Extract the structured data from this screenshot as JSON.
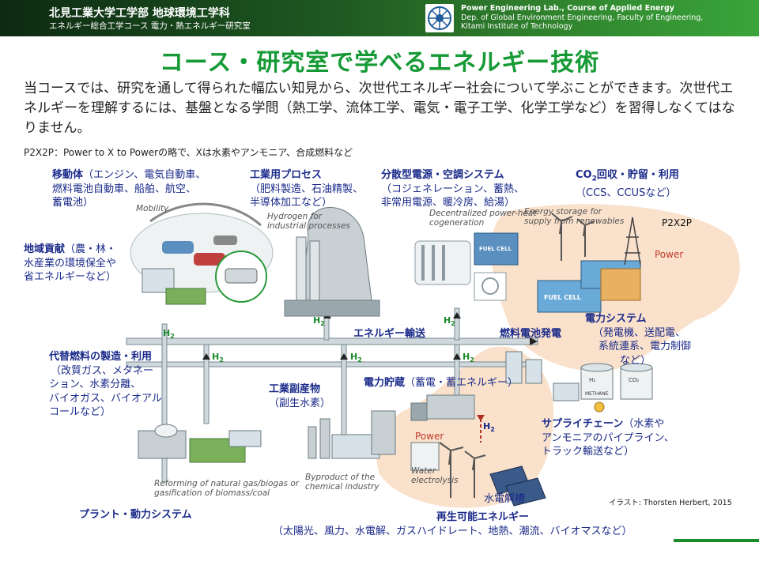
{
  "header": {
    "line1": "北見工業大学工学部 地球環境工学科",
    "line2": "エネルギー総合工学コース 電力・熱エネルギー研究室",
    "right1": "Power Engineering Lab., Course of Applied Energy",
    "right2": "Dep. of Global Environment Engineering, Faculty of Engineering,",
    "right3": "Kitami Institute of Technology"
  },
  "title": "コース・研究室で学べるエネルギー技術",
  "intro": "当コースでは、研究を通して得られた幅広い知見から、次世代エネルギー社会について学ぶことができます。次世代エネルギーを理解するには、基盤となる学問（熱工学、流体工学、電気・電子工学、化学工学など）を習得しなくてはなりません。",
  "note": "P2X2P：Power to X to Powerの略で、Xは水素やアンモニア、合成燃料など",
  "labels": {
    "mobility_h": "移動体",
    "mobility_t1": "（エンジン、電気自動車、",
    "mobility_t2": "燃料電池自動車、船舶、航空、",
    "mobility_t3": "蓄電池）",
    "industry_h": "工業用プロセス",
    "industry_t1": "（肥料製造、石油精製、",
    "industry_t2": "半導体加工など）",
    "dist_h": "分散型電源・空調システム",
    "dist_t1": "（コジェネレーション、蓄熱、",
    "dist_t2": "非常用電源、暖冷房、給湯）",
    "co2_h_pre": "CO",
    "co2_h_sub": "2",
    "co2_h_post": "回収・貯留・利用",
    "co2_t1": "（CCS、CCUSなど）",
    "region_h": "地域貢献",
    "region_t1": "（農・林・",
    "region_t2": "水産業の環境保全や",
    "region_t3": "省エネルギーなど）",
    "transport": "エネルギー輸送",
    "fuelcell": "燃料電池発電",
    "power_h": "電力システム",
    "power_t1": "（発電機、送配電、",
    "power_t2": "系統連系、電力制御",
    "power_t3": "など）",
    "alt_h": "代替燃料の製造・利用",
    "alt_t1": "（改質ガス、メタネー",
    "alt_t2": "ション、水素分離、",
    "alt_t3": "バイオガス、バイオアル",
    "alt_t4": "コールなど）",
    "byprod_h": "工業副産物",
    "byprod_t1": "（副生水素）",
    "storage_h": "電力貯蔵",
    "storage_t1": "（蓄電・蓄エネルギー）",
    "supply_h": "サプライチェーン",
    "supply_t1": "（水素や",
    "supply_t2": "アンモニアのパイプライン、",
    "supply_t3": "トラック輸送など）",
    "plant": "プラント・動力システム",
    "renew_h": "再生可能エネルギー",
    "renew_t1": "（太陽光、風力、水電解、ガスハイドレート、地熱、潮流、バイオマスなど）",
    "electrolysis": "水電解槽",
    "p2x2p": "P2X2P",
    "power_red": "Power",
    "power_red2": "Power"
  },
  "h2_labels": {
    "h": "H",
    "sub": "2"
  },
  "illustration_text": {
    "mobility": "Mobility",
    "hydrogen1": "Hydrogen for",
    "hydrogen2": "industrial processes",
    "decent1": "Decentralized power-heat",
    "decent2": "cogeneration",
    "storage1": "Energy storage for",
    "storage2": "supply from renewables",
    "fuel_cell": "FUEL CELL",
    "fuel_cell2": "FUEL CELL",
    "methane": "METHANE",
    "reform1": "Reforming of natural gas/biogas or",
    "reform2": "gasification of biomass/coal",
    "byprod1": "Byproduct of the",
    "byprod2": "chemical industry",
    "water1": "Water",
    "water2": "electrolysis",
    "h2_tank": "H₂",
    "co2_tank": "CO₂"
  },
  "credit": "イラスト: Thorsten Herbert, 2015",
  "colors": {
    "title": "#159a35",
    "label": "#1a2a8a",
    "accent_red": "#c0392b",
    "h2_green": "#1a8a2a",
    "header_dark": "#0d2a12",
    "header_light": "#3aa53a"
  }
}
